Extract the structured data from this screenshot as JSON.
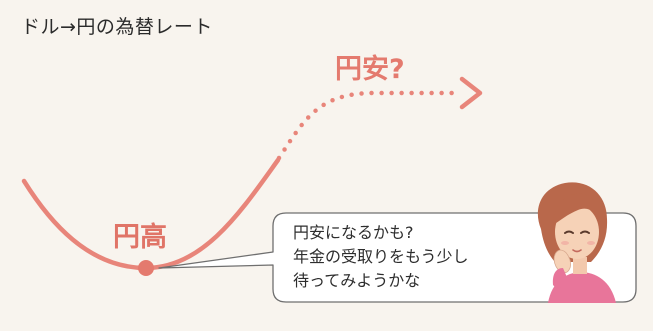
{
  "title": "ドル→円の為替レート",
  "labels": {
    "yen_weak": "円安?",
    "yen_strong": "円高"
  },
  "speech_bubble": {
    "lines": [
      "円安になるかも?",
      "年金の受取りをもう少し",
      "待ってみようかな"
    ]
  },
  "colors": {
    "background": "#f8f4ee",
    "curve": "#e47a6e",
    "accent": "#e07467",
    "bubble_border": "#6f6f6f",
    "text": "#2b2b2b"
  },
  "icons": {
    "person": "woman-thinking-icon"
  }
}
